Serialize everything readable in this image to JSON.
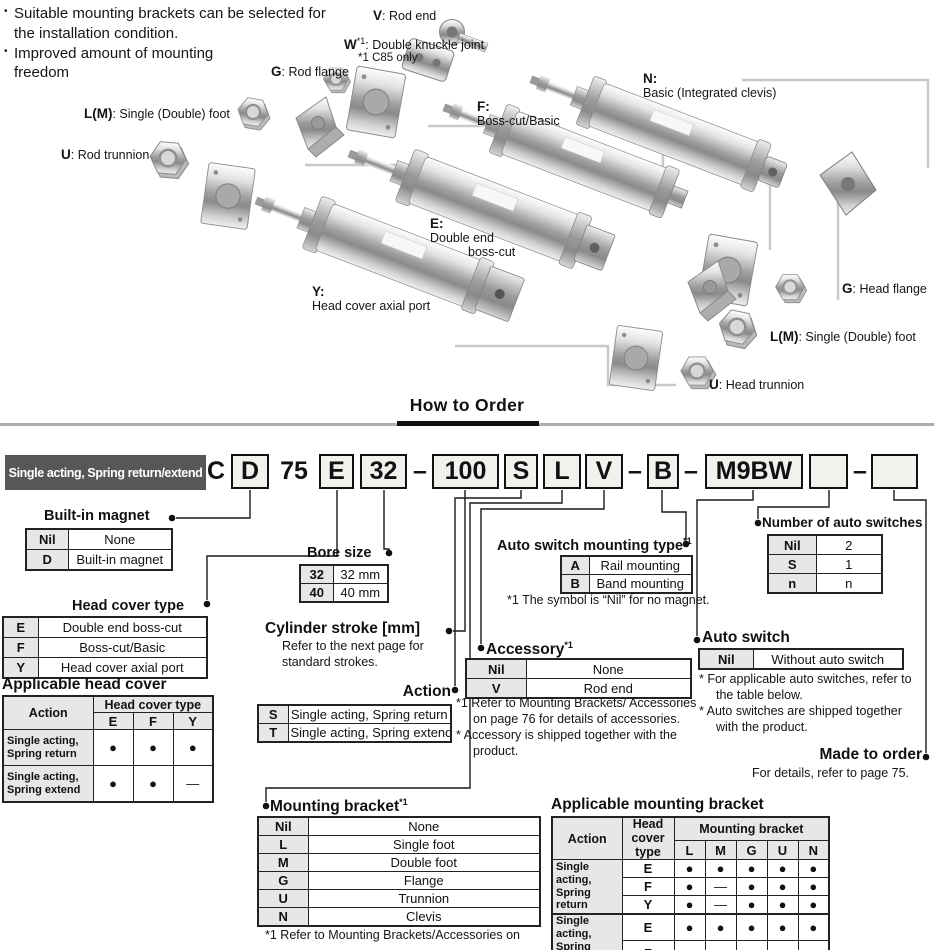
{
  "intro": {
    "bullets": [
      "Suitable mounting brackets can be selected for the installation condition.",
      "Improved amount of mounting freedom"
    ]
  },
  "illustration": {
    "labels": [
      {
        "code": "V",
        "desc": ": Rod end"
      },
      {
        "code": "W",
        "sup": "*1",
        "desc": ": Double knuckle joint",
        "note": "*1  C85 only"
      },
      {
        "code": "G",
        "desc": ": Rod flange"
      },
      {
        "code": "L(M)",
        "desc": ": Single (Double) foot"
      },
      {
        "code": "U",
        "desc": ": Rod trunnion"
      },
      {
        "code": "N:",
        "desc": "Basic (Integrated clevis)"
      },
      {
        "code": "F:",
        "desc": "Boss-cut/Basic"
      },
      {
        "code": "E:",
        "desc": "Double end",
        "desc2": "boss-cut"
      },
      {
        "code": "Y:",
        "desc": "Head cover axial port"
      },
      {
        "code": "G",
        "desc": ": Head flange"
      },
      {
        "code": "L(M)",
        "desc": ": Single (Double) foot"
      },
      {
        "code": "U",
        "desc": ": Head trunnion"
      }
    ]
  },
  "how_to_order": {
    "title": "How to Order",
    "series_label": "Single acting, Spring return/extend",
    "code_parts": [
      {
        "text": "C"
      },
      {
        "text": "D"
      },
      {
        "text": "75"
      },
      {
        "text": "E"
      },
      {
        "text": "32"
      },
      {
        "text": "–"
      },
      {
        "text": "100"
      },
      {
        "text": "S"
      },
      {
        "text": "L"
      },
      {
        "text": "V"
      },
      {
        "text": "–"
      },
      {
        "text": "B"
      },
      {
        "text": "–"
      },
      {
        "text": "M9BW"
      },
      {
        "text": ""
      },
      {
        "text": "–"
      },
      {
        "text": ""
      }
    ]
  },
  "sections": {
    "built_in_magnet": {
      "title": "Built-in magnet",
      "rows": [
        [
          "Nil",
          "None"
        ],
        [
          "D",
          "Built-in magnet"
        ]
      ]
    },
    "bore_size": {
      "title": "Bore size",
      "rows": [
        [
          "32",
          "32 mm"
        ],
        [
          "40",
          "40 mm"
        ]
      ]
    },
    "head_cover_type": {
      "title": "Head cover type",
      "rows": [
        [
          "E",
          "Double end boss-cut"
        ],
        [
          "F",
          "Boss-cut/Basic"
        ],
        [
          "Y",
          "Head cover axial port"
        ]
      ]
    },
    "applicable_head_cover": {
      "title": "Applicable head cover",
      "action_header": "Action",
      "group_header": "Head cover type",
      "columns": [
        "E",
        "F",
        "Y"
      ],
      "rows": [
        {
          "action": "Single acting,\nSpring return",
          "cells": [
            "●",
            "●",
            "●"
          ]
        },
        {
          "action": "Single acting,\nSpring extend",
          "cells": [
            "●",
            "●",
            "—"
          ]
        }
      ]
    },
    "cylinder_stroke": {
      "title": "Cylinder stroke [mm]",
      "note": "Refer to the next page for standard strokes."
    },
    "action": {
      "title": "Action",
      "rows": [
        [
          "S",
          "Single acting, Spring return"
        ],
        [
          "T",
          "Single acting, Spring extend"
        ]
      ]
    },
    "auto_switch_mounting": {
      "title": "Auto switch mounting type",
      "sup": "*1",
      "rows": [
        [
          "A",
          "Rail mounting"
        ],
        [
          "B",
          "Band mounting"
        ]
      ],
      "note": "*1  The symbol is “Nil” for no magnet."
    },
    "accessory": {
      "title": "Accessory",
      "sup": "*1",
      "rows": [
        [
          "Nil",
          "None"
        ],
        [
          "V",
          "Rod end"
        ]
      ],
      "notes": [
        "*1  Refer to Mounting Brackets/ Accessories on page 76 for details of accessories.",
        "*  Accessory is shipped together with the product."
      ]
    },
    "num_auto_switches": {
      "title": "Number of auto switches",
      "rows": [
        [
          "Nil",
          "2"
        ],
        [
          "S",
          "1"
        ],
        [
          "n",
          "n"
        ]
      ]
    },
    "auto_switch": {
      "title": "Auto switch",
      "rows": [
        [
          "Nil",
          "Without auto switch"
        ]
      ],
      "notes": [
        "*  For applicable auto switches, refer to the table below.",
        "*  Auto switches are shipped together with the product."
      ]
    },
    "made_to_order": {
      "title": "Made to order",
      "note": "For details, refer to page 75."
    },
    "mounting_bracket": {
      "title": "Mounting bracket",
      "sup": "*1",
      "rows": [
        [
          "Nil",
          "None"
        ],
        [
          "L",
          "Single foot"
        ],
        [
          "M",
          "Double foot"
        ],
        [
          "G",
          "Flange"
        ],
        [
          "U",
          "Trunnion"
        ],
        [
          "N",
          "Clevis"
        ]
      ],
      "note": "*1  Refer to Mounting Brackets/Accessories on"
    },
    "applicable_mounting_bracket": {
      "title": "Applicable mounting bracket",
      "action_header": "Action",
      "head_cover_header": "Head\ncover type",
      "group_header": "Mounting bracket",
      "columns": [
        "L",
        "M",
        "G",
        "U",
        "N"
      ],
      "groups": [
        {
          "action": "Single acting,\nSpring return",
          "rows": [
            {
              "type": "E",
              "cells": [
                "●",
                "●",
                "●",
                "●",
                "●"
              ]
            },
            {
              "type": "F",
              "cells": [
                "●",
                "—",
                "●",
                "●",
                "●"
              ]
            },
            {
              "type": "Y",
              "cells": [
                "●",
                "—",
                "●",
                "●",
                "●"
              ]
            }
          ]
        },
        {
          "action": "Single acting,\nSpring extend",
          "rows": [
            {
              "type": "E",
              "cells": [
                "●",
                "●",
                "●",
                "●",
                "●"
              ]
            },
            {
              "type": "F",
              "cells": [
                "●",
                "—",
                "●",
                "●",
                "●"
              ]
            }
          ]
        }
      ]
    }
  },
  "colors": {
    "accent_dark": "#575757",
    "table_header": "#e7e7e7",
    "rule_gray": "#adadad",
    "line_gray": "#c9c9c9"
  }
}
